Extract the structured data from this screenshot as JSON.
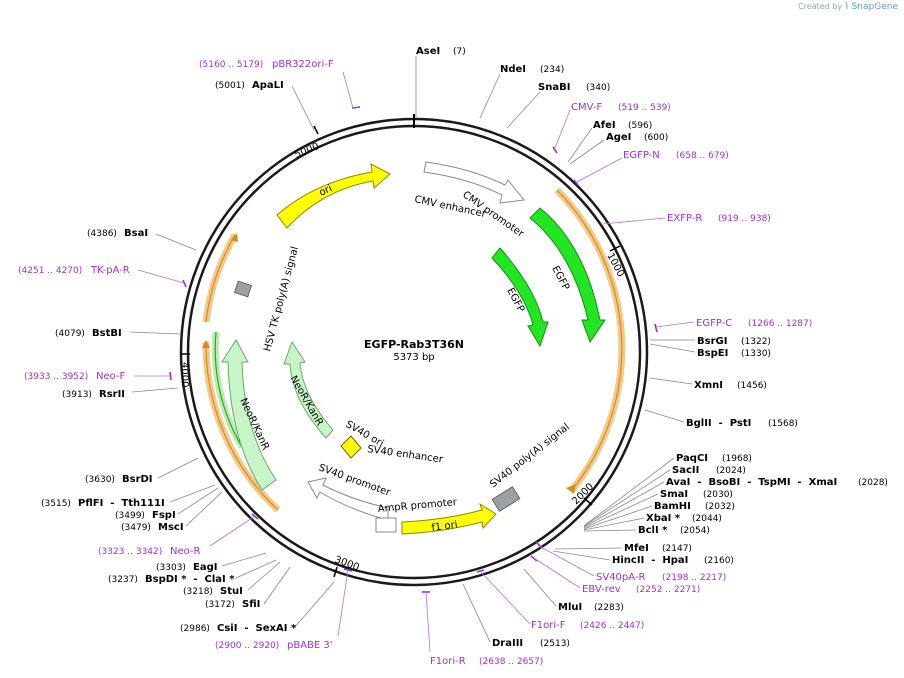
{
  "brand": {
    "prefix": "Created by",
    "name": "SnapGene"
  },
  "plasmid": {
    "name": "EGFP-Rab3T36N",
    "length_label": "5373 bp"
  },
  "ticks": [
    "1000",
    "2000",
    "3000",
    "4000",
    "5000"
  ],
  "sites": [
    {
      "name": "AseI",
      "pos": "(7)"
    },
    {
      "name": "NdeI",
      "pos": "(234)"
    },
    {
      "name": "SnaBI",
      "pos": "(340)"
    },
    {
      "name": "AfeI",
      "pos": "(596)"
    },
    {
      "name": "AgeI",
      "pos": "(600)"
    },
    {
      "name": "BsrGI",
      "pos": "(1322)"
    },
    {
      "name": "BspEI",
      "pos": "(1330)"
    },
    {
      "name": "XmnI",
      "pos": "(1456)"
    },
    {
      "name": "BglII  -  PstI",
      "pos": "(1568)"
    },
    {
      "name": "PaqCI",
      "pos": "(1968)"
    },
    {
      "name": "SacII",
      "pos": "(2024)"
    },
    {
      "name": "AvaI  -  BsoBI  -  TspMI  -  XmaI",
      "pos": "(2028)"
    },
    {
      "name": "SmaI",
      "pos": "(2030)"
    },
    {
      "name": "BamHI",
      "pos": "(2032)"
    },
    {
      "name": "XbaI *",
      "pos": "(2044)"
    },
    {
      "name": "BclI *",
      "pos": "(2054)"
    },
    {
      "name": "MfeI",
      "pos": "(2147)"
    },
    {
      "name": "HincII  -  HpaI",
      "pos": "(2160)"
    },
    {
      "name": "MluI",
      "pos": "(2283)"
    },
    {
      "name": "DraIII",
      "pos": "(2513)"
    },
    {
      "name": "CsiI  -  SexAI *",
      "pos": "(2986)"
    },
    {
      "name": "SfiI",
      "pos": "(3172)"
    },
    {
      "name": "StuI",
      "pos": "(3218)"
    },
    {
      "name": "BspDI *  -  ClaI *",
      "pos": "(3237)"
    },
    {
      "name": "EagI",
      "pos": "(3303)"
    },
    {
      "name": "MscI",
      "pos": "(3479)"
    },
    {
      "name": "FspI",
      "pos": "(3499)"
    },
    {
      "name": "PflFI  -  Tth111I",
      "pos": "(3515)"
    },
    {
      "name": "BsrDI",
      "pos": "(3630)"
    },
    {
      "name": "RsrII",
      "pos": "(3913)"
    },
    {
      "name": "BstBI",
      "pos": "(4079)"
    },
    {
      "name": "BsaI",
      "pos": "(4386)"
    },
    {
      "name": "ApaLI",
      "pos": "(5001)"
    }
  ],
  "primers": [
    {
      "name": "pBR322ori-F",
      "pos": "(5160 .. 5179)"
    },
    {
      "name": "CMV-F",
      "pos": "(519 .. 539)"
    },
    {
      "name": "EGFP-N",
      "pos": "(658 .. 679)"
    },
    {
      "name": "EXFP-R",
      "pos": "(919 .. 938)"
    },
    {
      "name": "EGFP-C",
      "pos": "(1266 .. 1287)"
    },
    {
      "name": "SV40pA-R",
      "pos": "(2198 .. 2217)"
    },
    {
      "name": "EBV-rev",
      "pos": "(2252 .. 2271)"
    },
    {
      "name": "F1ori-F",
      "pos": "(2426 .. 2447)"
    },
    {
      "name": "F1ori-R",
      "pos": "(2638 .. 2657)"
    },
    {
      "name": "pBABE 3'",
      "pos": "(2900 .. 2920)"
    },
    {
      "name": "Neo-R",
      "pos": "(3323 .. 3342)"
    },
    {
      "name": "Neo-F",
      "pos": "(3933 .. 3952)"
    },
    {
      "name": "TK-pA-R",
      "pos": "(4251 .. 4270)"
    }
  ],
  "features": [
    {
      "name": "CMV enhancer",
      "color": "#ffffff"
    },
    {
      "name": "CMV promoter",
      "color": "#ffffff"
    },
    {
      "name": "EGFP",
      "color": "#22e622"
    },
    {
      "name": "EGFP",
      "color": "#22e622"
    },
    {
      "name": "ori",
      "color": "#ffff00"
    },
    {
      "name": "HSV TK poly(A) signal",
      "color": "#9aa0a6"
    },
    {
      "name": "NeoR/KanR",
      "color": "#c8f5c8"
    },
    {
      "name": "NeoR/KanR",
      "color": "#c8f5c8"
    },
    {
      "name": "SV40 ori",
      "color": "#ffff00"
    },
    {
      "name": "SV40 enhancer",
      "color": "#ffffff"
    },
    {
      "name": "SV40 promoter",
      "color": "#ffffff"
    },
    {
      "name": "AmpR promoter",
      "color": "#ffffff"
    },
    {
      "name": "f1 ori",
      "color": "#ffff00"
    },
    {
      "name": "SV40 poly(A) signal",
      "color": "#9aa0a6"
    }
  ],
  "colors": {
    "backbone": "#1a1a1a",
    "primer": "#a030c8",
    "orf_highlight": "#f3c98a",
    "orf_arrow": "#d88a1c",
    "inner_orf_highlight": "#b8efb0",
    "inner_orf_arrow": "#3a9a2a"
  }
}
